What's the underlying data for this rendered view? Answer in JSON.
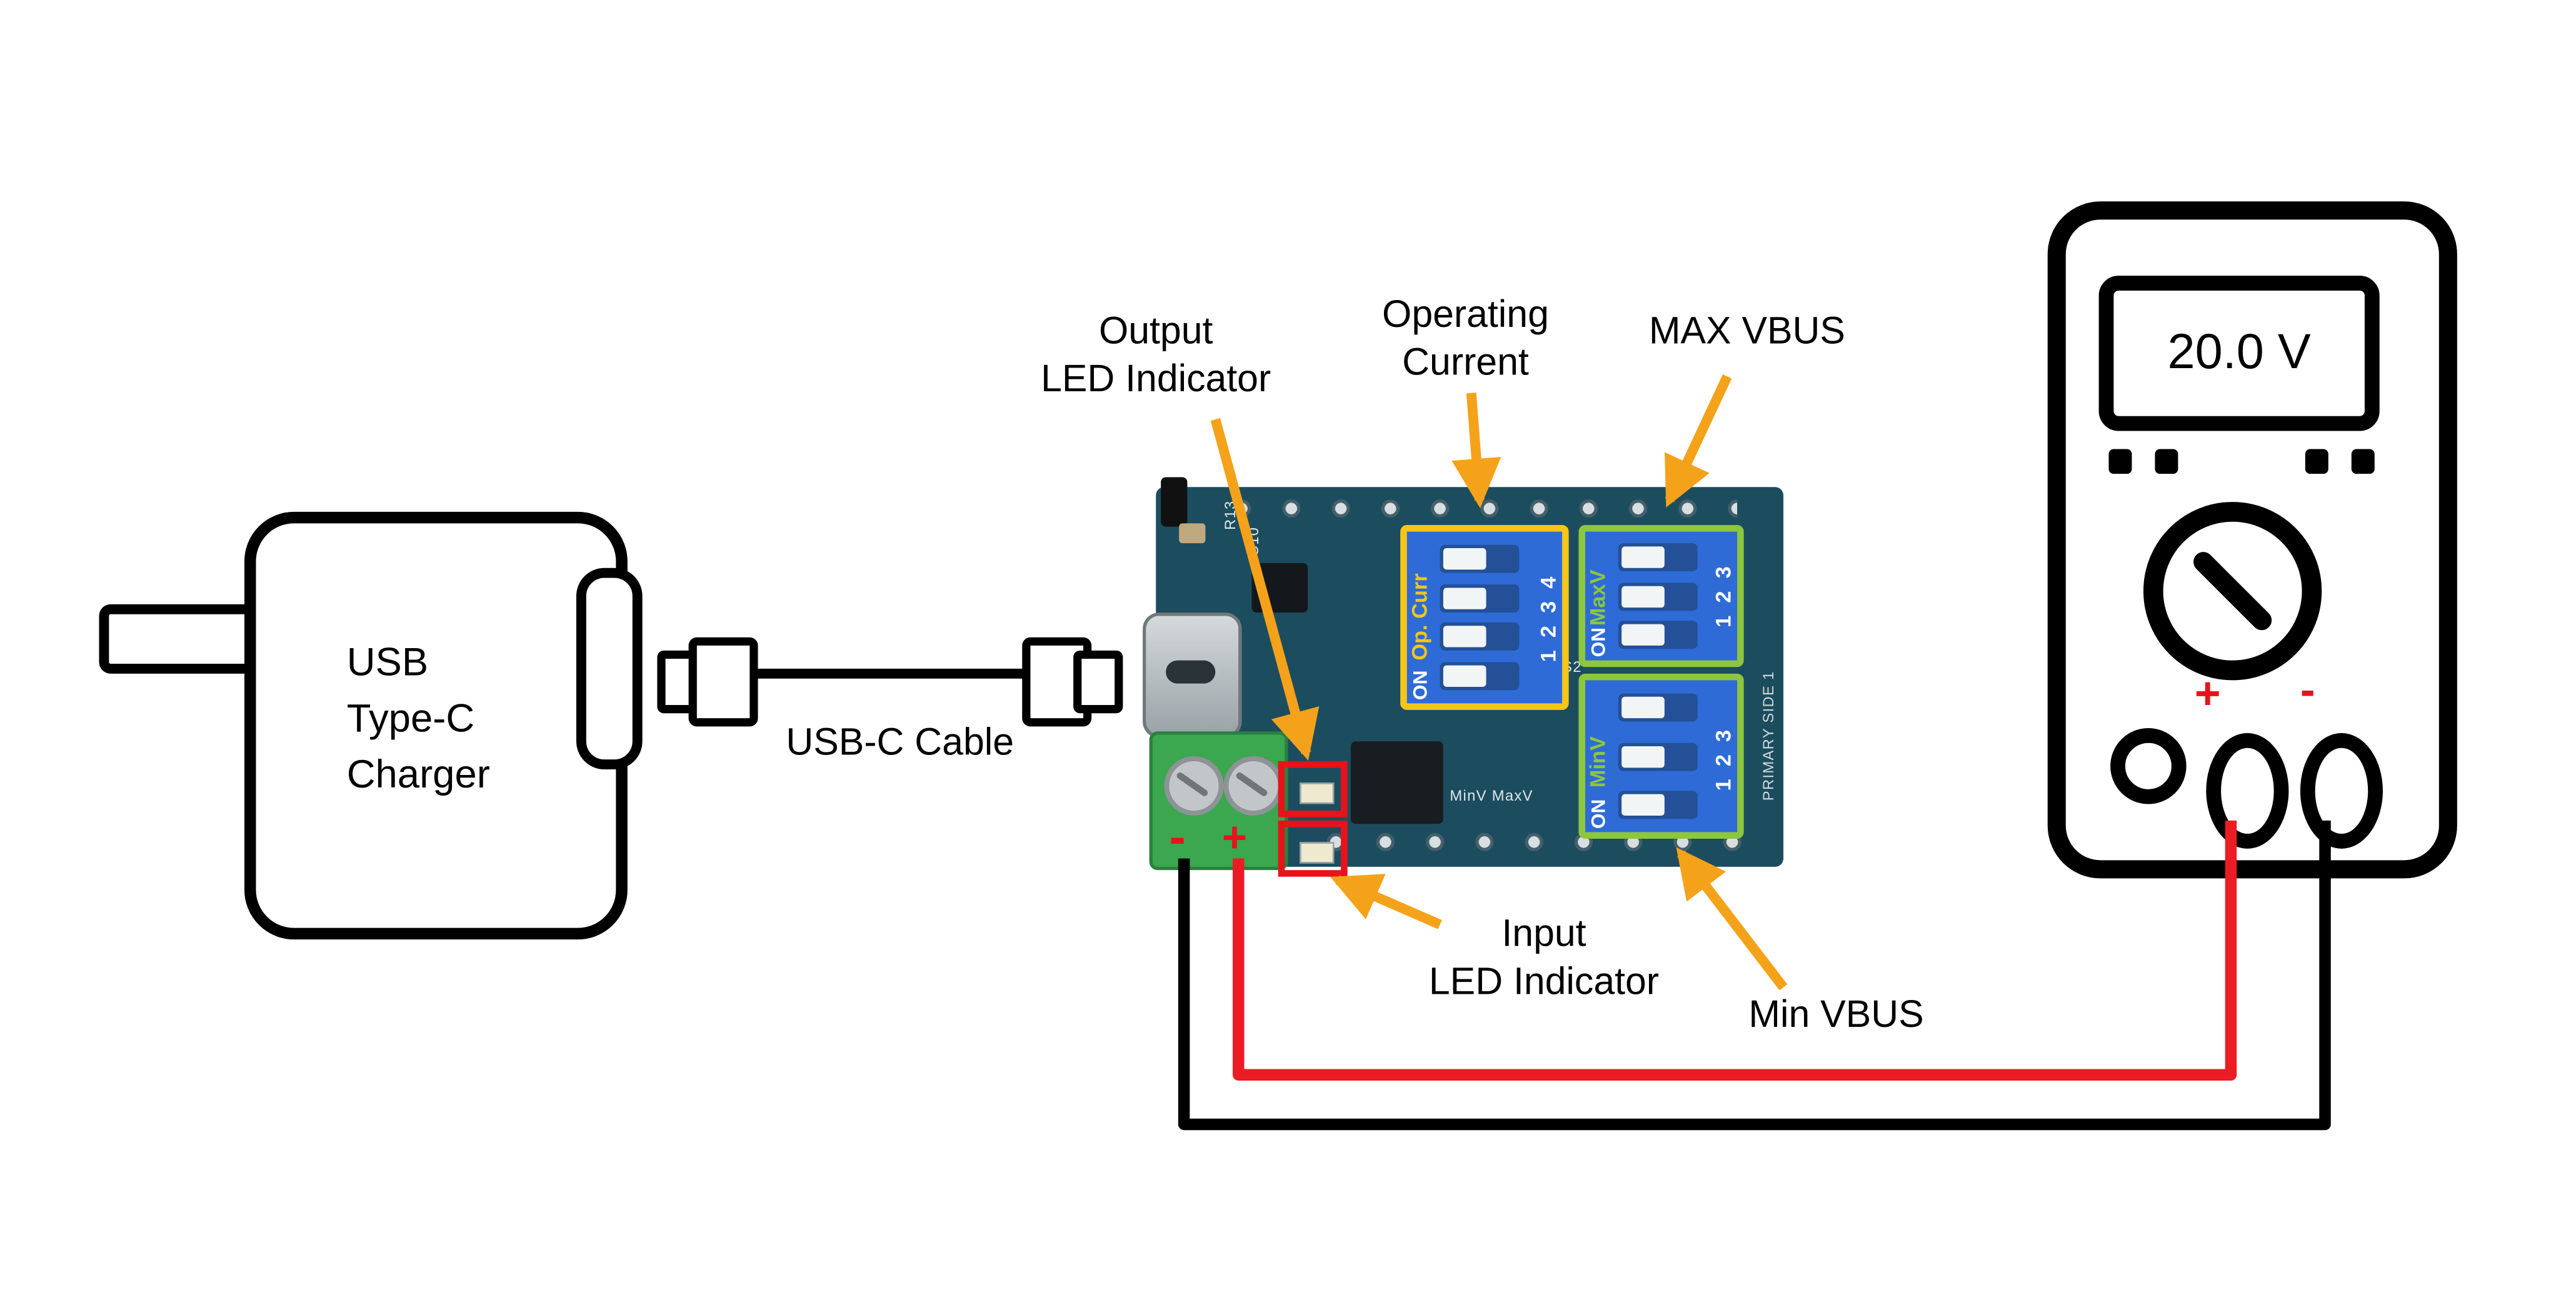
{
  "colors": {
    "arrow_orange": "#F5A21B",
    "wire_red": "#EC1C24",
    "wire_black": "#000000",
    "board_teal": "#1C4D5F",
    "dip_blue": "#2E6BD6",
    "highlight_yellow": "#F5C518",
    "highlight_green": "#8DC63F",
    "terminal_green": "#3BA74E",
    "led_box_red": "#E8121A"
  },
  "charger": {
    "line1": "USB",
    "line2": "Type-C",
    "line3": "Charger"
  },
  "cable": {
    "label": "USB-C Cable"
  },
  "board": {
    "minus": "-",
    "plus": "+",
    "dip_op_current": {
      "label": "Op. Curr",
      "on": "ON",
      "numbers": "1 2 3 4"
    },
    "dip_max_vbus": {
      "label": "MaxV",
      "on": "ON",
      "numbers": "1 2 3"
    },
    "dip_min_vbus": {
      "label": "MinV",
      "on": "ON",
      "numbers": "1 2 3"
    },
    "silkscreen": {
      "s1": "R13",
      "s2": "C10",
      "s3": "MinV MaxV",
      "s4": "S2",
      "s5": "PRIMARY SIDE 1"
    }
  },
  "annotations": {
    "output_led": {
      "line1": "Output",
      "line2": "LED Indicator"
    },
    "operating_current": {
      "line1": "Operating",
      "line2": "Current"
    },
    "max_vbus": "MAX VBUS",
    "input_led": {
      "line1": "Input",
      "line2": "LED Indicator"
    },
    "min_vbus": "Min VBUS"
  },
  "multimeter": {
    "display": "20.0 V",
    "plus": "+",
    "minus": "-"
  }
}
